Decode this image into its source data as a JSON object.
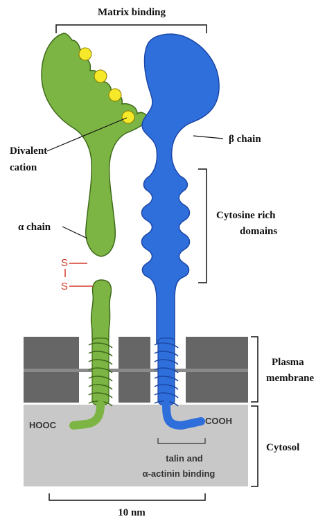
{
  "labels": {
    "matrix_binding": "Matrix binding",
    "divalent_line1": "Divalent",
    "divalent_line2": "cation",
    "beta_chain": "β chain",
    "alpha_chain": "α chain",
    "cytosine_line1": "Cytosine rich",
    "cytosine_line2": "domains",
    "plasma_line1": "Plasma",
    "plasma_line2": "membrane",
    "cytosol": "Cytosol",
    "hooc": "HOOC",
    "cooh": "COOH",
    "talin_line1": "talin and",
    "talin_line2": "α-actinin binding",
    "scale": "10 nm",
    "s_top": "S",
    "s_bottom": "S"
  },
  "colors": {
    "alpha_fill": "#7db544",
    "alpha_stroke": "#3f6a1a",
    "beta_fill": "#2f6fdc",
    "beta_stroke": "#1b47a6",
    "cation": "#f6e92a",
    "cation_stroke": "#8a7a00",
    "membrane_dark": "#666666",
    "membrane_mid": "#8a8a8a",
    "cytosol_bg": "#c8c8c8",
    "disulfide": "#d23a2a",
    "bracket": "#111111"
  }
}
